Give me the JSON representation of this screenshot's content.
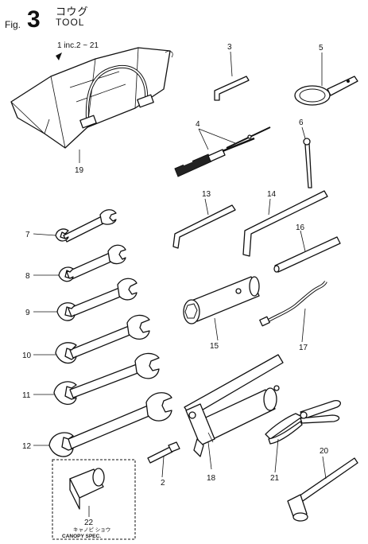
{
  "header": {
    "fig_prefix": "Fig.",
    "fig_number": "3",
    "title_jp": "コウグ",
    "title_en": "TOOL"
  },
  "callouts": {
    "c1": "1 inc.2 ~ 21",
    "c2": "2",
    "c3": "3",
    "c4": "4",
    "c5": "5",
    "c6": "6",
    "c7": "7",
    "c8": "8",
    "c9": "9",
    "c10": "10",
    "c11": "11",
    "c12": "12",
    "c13": "13",
    "c14": "14",
    "c15": "15",
    "c16": "16",
    "c17": "17",
    "c18": "18",
    "c19": "19",
    "c20": "20",
    "c21": "21",
    "c22": "22"
  },
  "canopy_box": {
    "note_jp": "キャノピ ショウ",
    "note_en": "CANOPY SPEC."
  }
}
